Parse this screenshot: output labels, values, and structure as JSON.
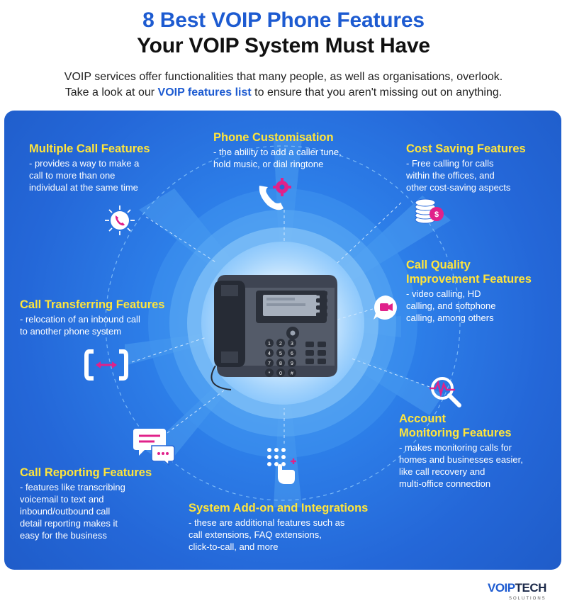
{
  "header": {
    "title_line1": "8 Best VOIP Phone Features",
    "title_line2": "Your VOIP System Must Have",
    "intro_line1": "VOIP services offer functionalities that many people, as well as organisations, overlook.",
    "intro_line2_before": "Take a look at our ",
    "intro_line2_link": "VOIP features list",
    "intro_line2_after": " to ensure that you aren't missing out on anything."
  },
  "features": {
    "multiple": {
      "title": "Multiple Call Features",
      "l1": "- provides a way to make a",
      "l2": "call to more than one",
      "l3": "individual at the same time"
    },
    "customisation": {
      "title": "Phone Customisation",
      "l1": "- the ability to add a caller tune,",
      "l2": "hold music, or dial ringtone"
    },
    "cost": {
      "title": "Cost Saving Features",
      "l1": "- Free calling for calls",
      "l2": "within the offices, and",
      "l3": "other cost-saving aspects"
    },
    "quality": {
      "title1": "Call Quality",
      "title2": "Improvement Features",
      "l1": "- video calling, HD",
      "l2": "calling, and softphone",
      "l3": "calling, among others"
    },
    "transfer": {
      "title": "Call Transferring Features",
      "l1": "- relocation of an inbound call",
      "l2": "to another phone system"
    },
    "monitoring": {
      "title1": "Account",
      "title2": "Monitoring Features",
      "l1": "- makes monitoring calls for",
      "l2": "homes and businesses easier,",
      "l3": "like call recovery and",
      "l4": "multi-office connection"
    },
    "reporting": {
      "title": "Call Reporting Features",
      "l1": "- features like transcribing",
      "l2": "voicemail to text and",
      "l3": "inbound/outbound call",
      "l4": "detail reporting makes it",
      "l5": "easy for the business"
    },
    "addon": {
      "title": "System Add-on and Integrations",
      "l1": "- these are additional features such as",
      "l2": "call extensions, FAQ extensions,",
      "l3": "click-to-call, and more"
    }
  },
  "icons": {
    "multiple": "network-phone-icon",
    "customisation": "phone-gear-icon",
    "cost": "coins-icon",
    "quality": "video-call-icon",
    "transfer": "transfer-icon",
    "monitoring": "magnifier-wave-icon",
    "reporting": "chat-report-icon",
    "addon": "keypad-touch-icon"
  },
  "phone_keys": [
    "1",
    "2",
    "3",
    "4",
    "5",
    "6",
    "7",
    "8",
    "9",
    "*",
    "0",
    "#"
  ],
  "logo": {
    "brand_a": "VOIP",
    "brand_b": "TECH",
    "sub": "SOLUTIONS"
  },
  "colors": {
    "title_blue": "#1d5bd1",
    "panel_blue": "#2467d8",
    "heading_yellow": "#ffe53b",
    "accent_pink": "#e0218a"
  }
}
